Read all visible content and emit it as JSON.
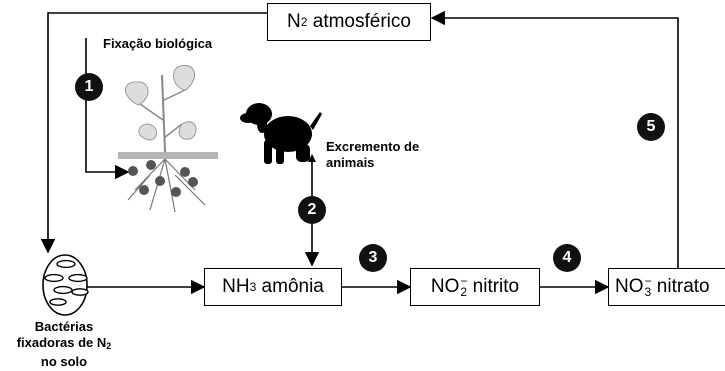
{
  "nodes": {
    "n2": {
      "symbol": "N",
      "sub": "2",
      "text": " atmosférico"
    },
    "nh3": {
      "symbol": "NH",
      "sub": "3",
      "text": " amônia"
    },
    "no2": {
      "symbol": "NO",
      "sub": "2",
      "sup": "−",
      "text": " nitrito"
    },
    "no3": {
      "symbol": "NO",
      "sub": "3",
      "sup": "−",
      "text": " nitrato"
    }
  },
  "labels": {
    "fixacao": "Fixação biológica",
    "excremento": "Excremento de animais",
    "bacterias_line1": "Bactérias",
    "bacterias_line2_a": "fixadoras de N",
    "bacterias_line2_sub": "2",
    "bacterias_line3": "no solo"
  },
  "steps": [
    "1",
    "2",
    "3",
    "4",
    "5"
  ],
  "icons": [
    "plant-icon",
    "dog-icon",
    "bacteria-icon"
  ]
}
